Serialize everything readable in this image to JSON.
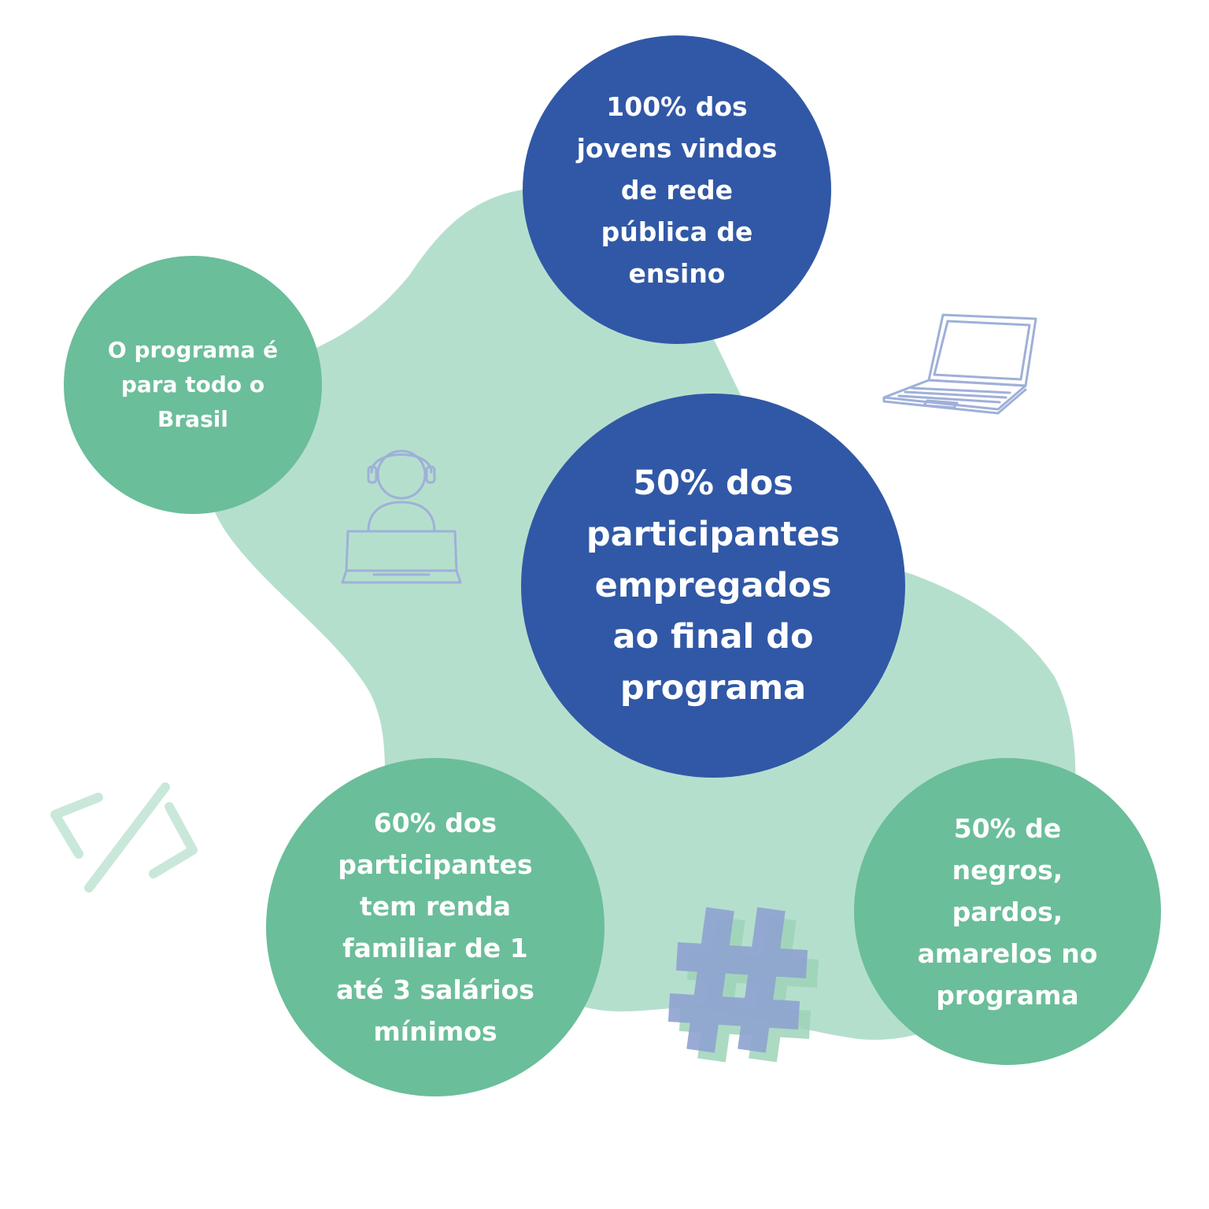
{
  "colors": {
    "blob": "#b5dfcd",
    "blue_circle": "#3158a6",
    "green_circle": "#6bbe9a",
    "icon_line": "#9fb0d8",
    "code_icon": "#c9e8da",
    "hash_blue": "#8fa3d1",
    "hash_green": "#9ed4b9"
  },
  "bubbles": {
    "top": "100% dos\njovens vindos\nde rede\npública de\nensino",
    "center": "50% dos\nparticipantes\nempregados\nao final do\nprograma",
    "left": "O programa é\npara todo o\nBrasil",
    "bottom_left": "60% dos\nparticipantes\ntem renda\nfamiliar de 1\naté 3 salários\nmínimos",
    "bottom_right": "50% de\nnegros,\npardos,\namarelos no\nprograma"
  },
  "icons": {
    "person": "person-at-laptop-icon",
    "laptop": "laptop-icon",
    "code": "code-tag-icon",
    "hash": "hashtag-icon"
  }
}
